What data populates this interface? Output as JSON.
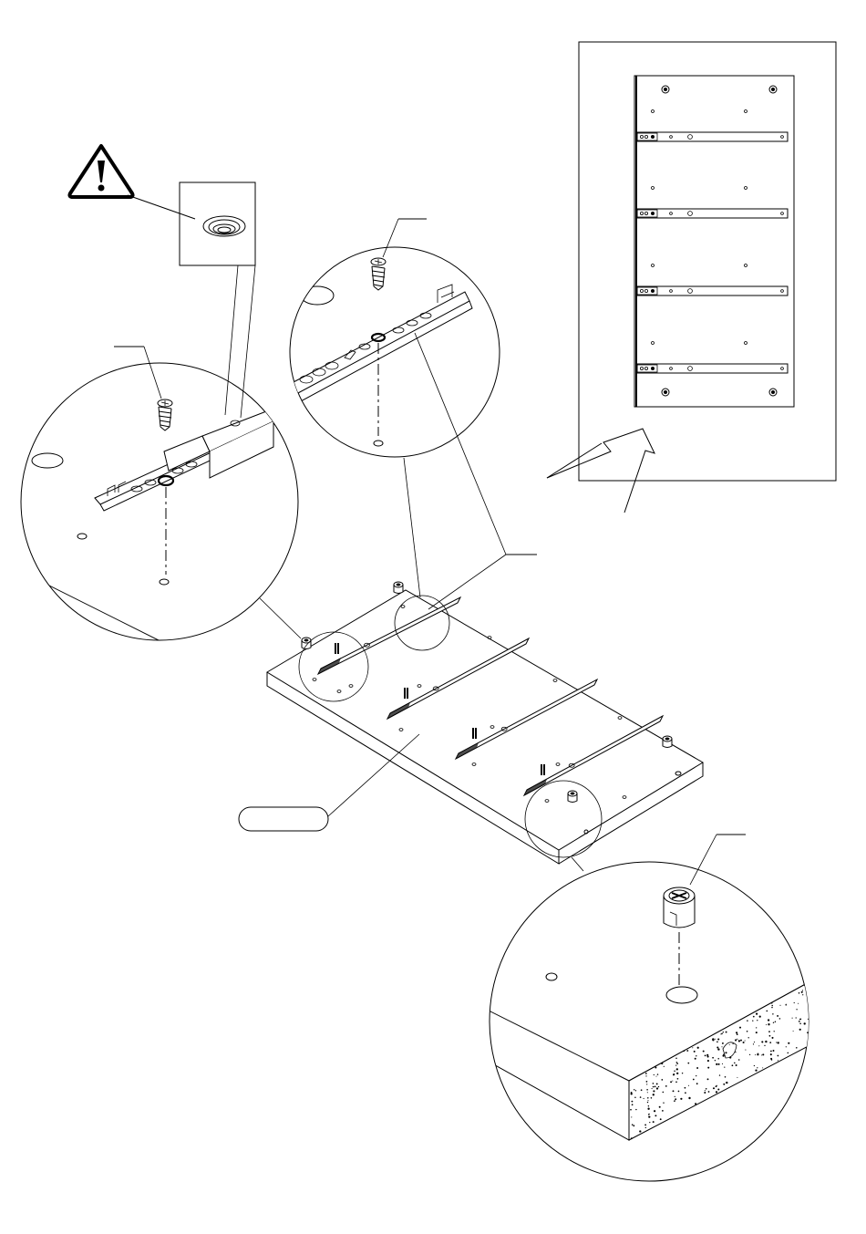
{
  "diagram": {
    "kind": "assembly-instruction",
    "line_color": "#000000",
    "background": "#ffffff",
    "callout_label": "",
    "icons": [
      "warning-icon",
      "screw-icon",
      "cam-lock-icon"
    ],
    "rail_count": 4,
    "cam_locks_per_panel": 4
  }
}
